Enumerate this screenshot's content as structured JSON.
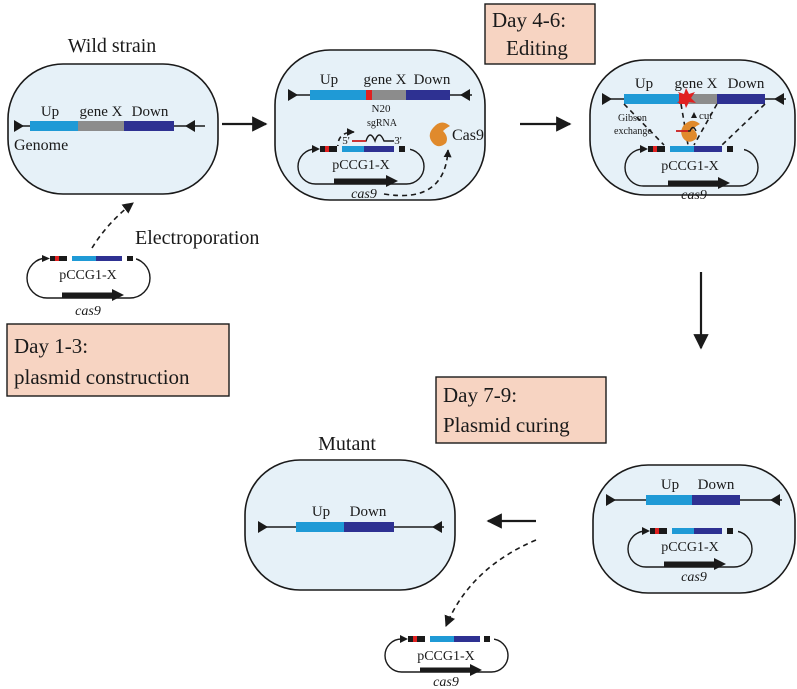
{
  "labels": {
    "wild_strain": "Wild strain",
    "mutant": "Mutant",
    "up": "Up",
    "gene_x": "gene X",
    "down": "Down",
    "genome": "Genome",
    "n20": "N20",
    "sgrna": "sgRNA",
    "five_prime": "5'",
    "three_prime": "3'",
    "cas9_protein": "Cas9",
    "plasmid": "pCCG1-X",
    "cas9_gene": "cas9",
    "electroporation": "Electroporation",
    "gibson_1": "Gibson",
    "gibson_2": "exchange",
    "cut": "cut"
  },
  "steps": {
    "day1_line1": "Day 1-3:",
    "day1_line2": "plasmid construction",
    "day4_line1": "Day 4-6:",
    "day4_line2": "Editing",
    "day7_line1": "Day 7-9:",
    "day7_line2": "Plasmid curing"
  },
  "colors": {
    "up_segment": "#1f9ad6",
    "gene_x_segment": "#8c8c8c",
    "down_segment": "#2e3192",
    "n20_marker": "#e02020",
    "cas9_protein": "#e08a2c",
    "cut_star": "#e02020",
    "cell_fill": "#e6f1f8",
    "step_box_fill": "#f7d4c2"
  }
}
